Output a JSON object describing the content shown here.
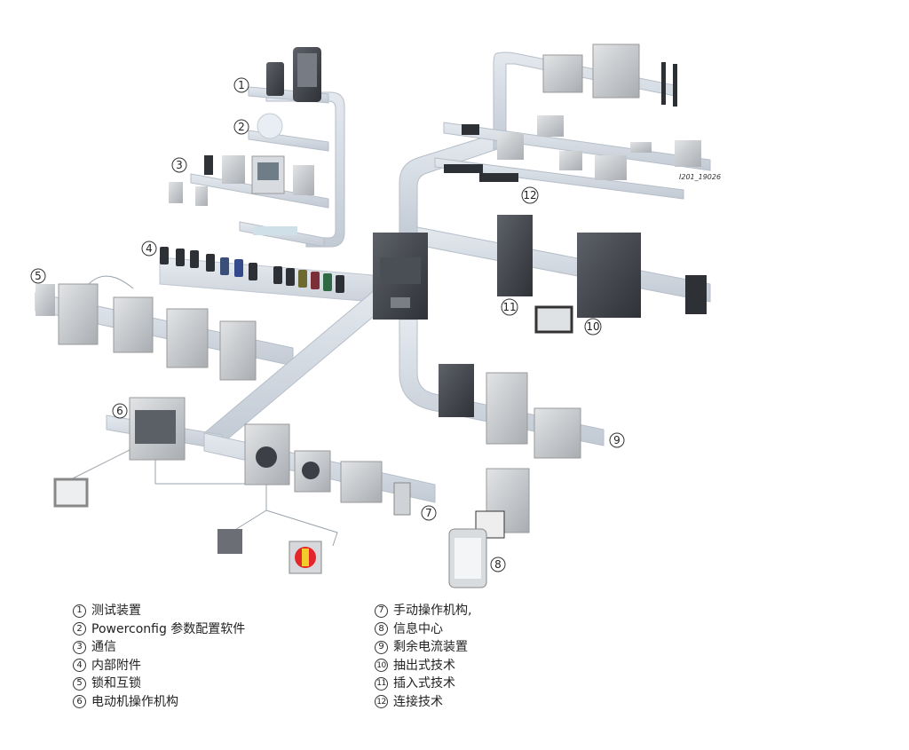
{
  "figure_code": "I201_19026",
  "callouts": [
    {
      "num": "1",
      "label": "测试装置"
    },
    {
      "num": "2",
      "label": "Powerconfig 参数配置软件"
    },
    {
      "num": "3",
      "label": "通信"
    },
    {
      "num": "4",
      "label": "内部附件"
    },
    {
      "num": "5",
      "label": "锁和互锁"
    },
    {
      "num": "6",
      "label": "电动机操作机构"
    },
    {
      "num": "7",
      "label": "手动操作机构,"
    },
    {
      "num": "8",
      "label": "信息中心"
    },
    {
      "num": "9",
      "label": "剩余电流装置"
    },
    {
      "num": "10",
      "label": "抽出式技术"
    },
    {
      "num": "11",
      "label": "插入式技术"
    },
    {
      "num": "12",
      "label": "连接技术"
    }
  ]
}
